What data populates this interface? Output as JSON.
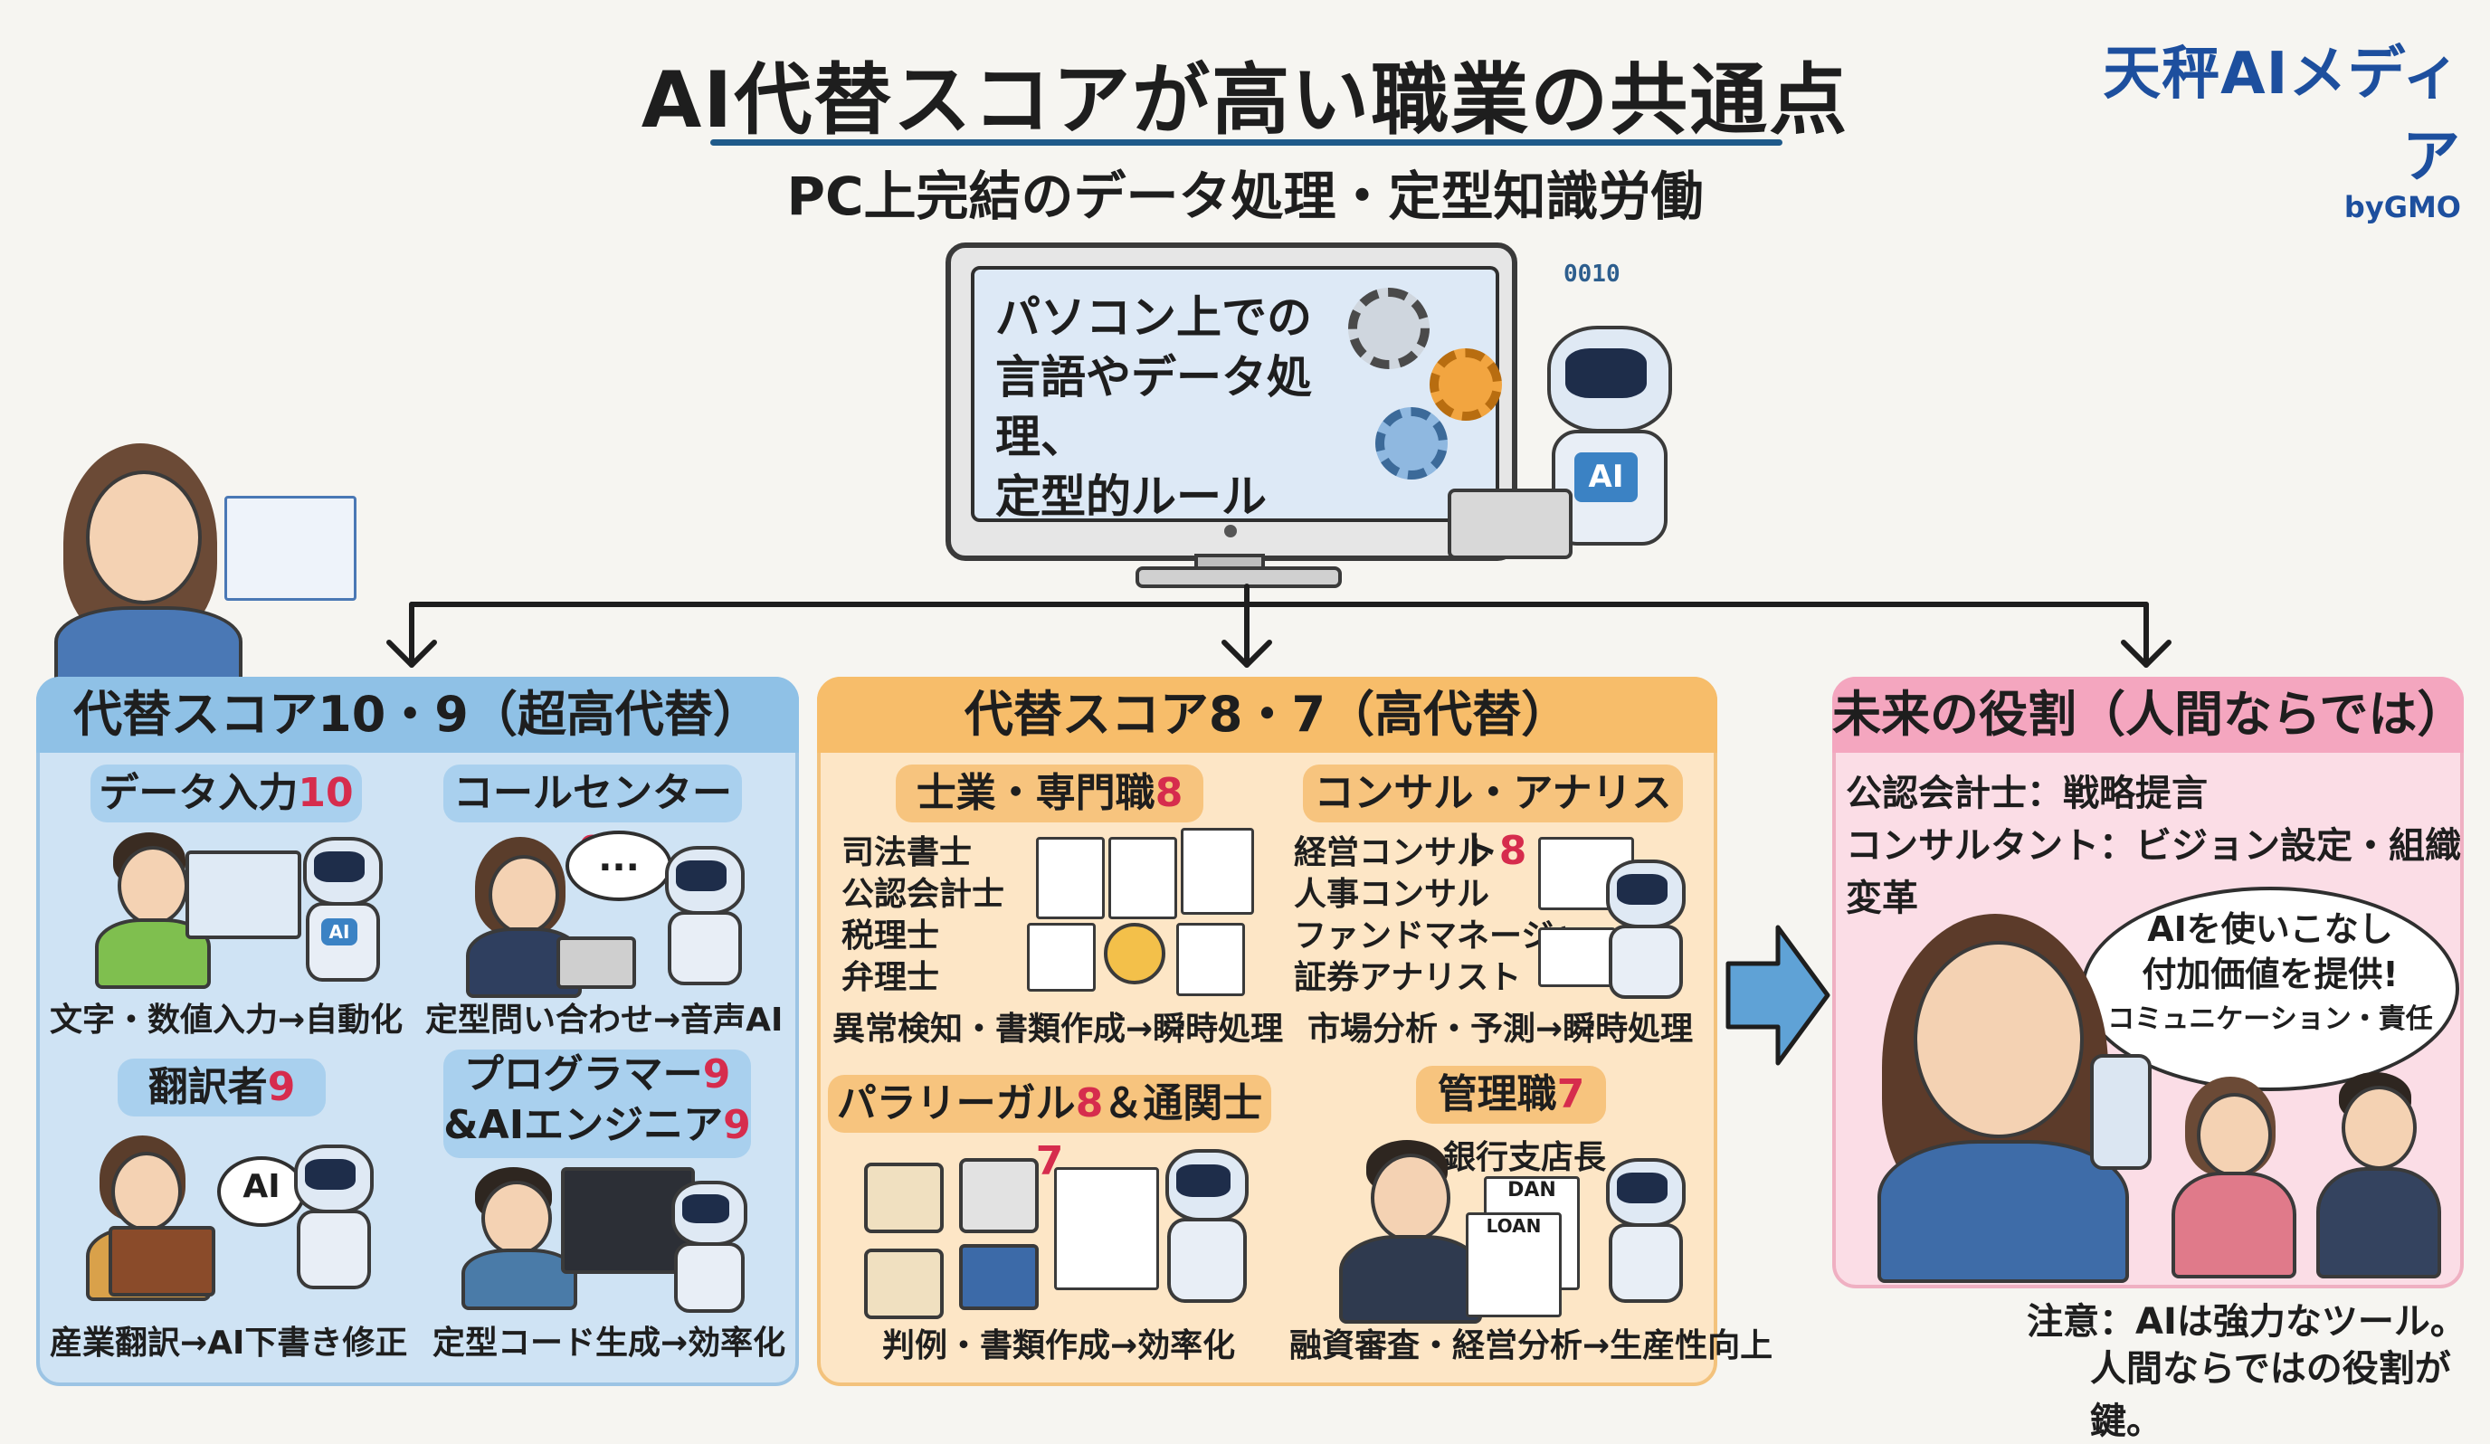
{
  "header": {
    "title": "AI代替スコアが高い職業の共通点",
    "subtitle": "PC上完結のデータ処理・定型知識労働"
  },
  "brand": {
    "name": "天秤AIメディア",
    "by": "byGMO"
  },
  "monitor": {
    "screen_lines": [
      "パソコン上での",
      "言語やデータ処理、",
      "定型的ルール"
    ],
    "binary": "0010",
    "robot_chest": "AI"
  },
  "box_ultra": {
    "heading": "代替スコア10・9（超高代替）",
    "items": [
      {
        "label": "データ入力",
        "score": "10",
        "caption": "文字・数値入力→自動化"
      },
      {
        "label": "コールセンター",
        "score": "9",
        "caption": "定型問い合わせ→音声AI",
        "bubble": "..."
      },
      {
        "label": "翻訳者",
        "score": "9",
        "caption": "産業翻訳→AI下書き修正",
        "bubble": "AI"
      },
      {
        "label": "プログラマー",
        "score": "9",
        "label2": "&AIエンジニア",
        "score2": "9",
        "caption": "定型コード生成→効率化"
      }
    ]
  },
  "box_high": {
    "heading": "代替スコア8・7（高代替）",
    "professional": {
      "label": "士業・専門職",
      "score": "8",
      "list": [
        "司法書士",
        "公認会計士",
        "税理士",
        "弁理士"
      ],
      "caption": "異常検知・書類作成→瞬時処理"
    },
    "consultant": {
      "label": "コンサル・アナリスト",
      "score": "8",
      "list": [
        "経営コンサル",
        "人事コンサル",
        "ファンドマネージャー",
        "証券アナリスト"
      ],
      "caption": "市場分析・予測→瞬時処理"
    },
    "paralegal": {
      "label": "パラリーガル",
      "score": "8",
      "label2": "＆通関士",
      "score2": "7",
      "caption": "判例・書類作成→効率化"
    },
    "manager": {
      "label": "管理職",
      "score": "7",
      "sub": "銀行支店長",
      "doc1": "DAN",
      "doc2": "LOAN",
      "caption": "融資審査・経営分析→生産性向上"
    }
  },
  "box_future": {
    "heading": "未来の役割（人間ならでは）",
    "roles": [
      {
        "title": "公認会計士",
        "sep": "：",
        "role": "戦略提言"
      },
      {
        "title": "コンサルタント",
        "sep": "：",
        "role": "ビジョン設定・組織変革"
      }
    ],
    "speech": [
      "AIを使いこなし",
      "付加価値を提供!",
      "コミュニケーション・責任"
    ]
  },
  "footer_note": [
    "注意：AIは強力なツール。",
    "人間ならではの役割が鍵。"
  ],
  "colors": {
    "blue_header": "#8fc1e6",
    "orange_header": "#f7bd6a",
    "pink_header": "#f4a6bf",
    "score_red": "#d62c4d",
    "brand_blue": "#1d4f9e"
  }
}
